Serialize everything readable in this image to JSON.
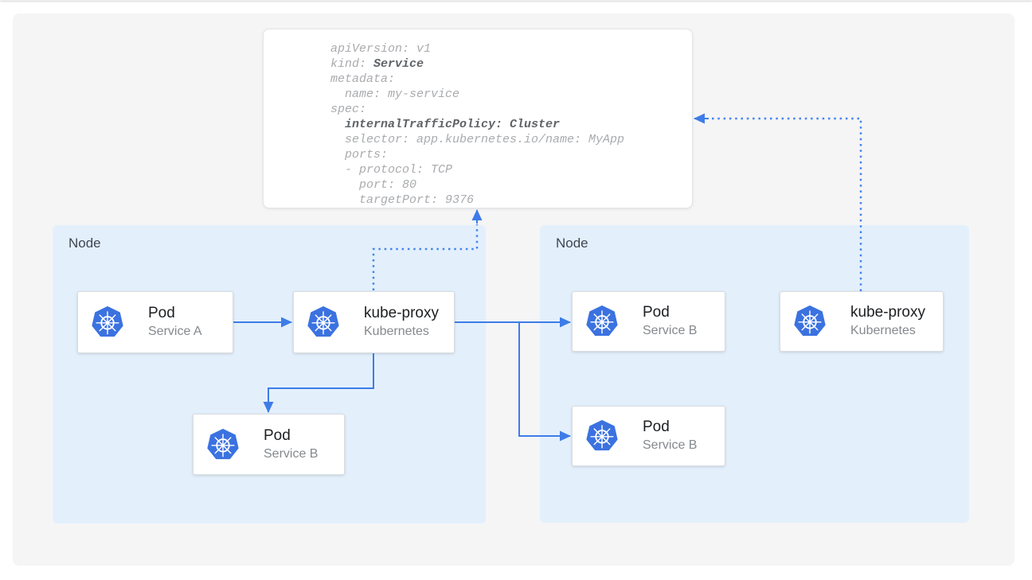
{
  "colors": {
    "accent": "#3e7ce8",
    "dotted": "#4583ee",
    "node_bg": "#e3f0fc",
    "panel_bg": "#f5f5f6",
    "strip": "#ececee",
    "k8s_blue": "#3b72e0",
    "yaml_text": "#a9abae",
    "yaml_bold": "#5f6367"
  },
  "yaml_card": {
    "lines": [
      [
        {
          "text": "apiVersion: v1",
          "bold": false
        }
      ],
      [
        {
          "text": "kind: ",
          "bold": false
        },
        {
          "text": "Service",
          "bold": true
        }
      ],
      [
        {
          "text": "metadata:",
          "bold": false
        }
      ],
      [
        {
          "text": "  name: my-service",
          "bold": false
        }
      ],
      [
        {
          "text": "spec:",
          "bold": false
        }
      ],
      [
        {
          "text": "  ",
          "bold": false
        },
        {
          "text": "internalTrafficPolicy: Cluster",
          "bold": true
        }
      ],
      [
        {
          "text": "  selector: app.kubernetes.io/name: MyApp",
          "bold": false
        }
      ],
      [
        {
          "text": "  ports:",
          "bold": false
        }
      ],
      [
        {
          "text": "  - protocol: TCP",
          "bold": false
        }
      ],
      [
        {
          "text": "    port: 80",
          "bold": false
        }
      ],
      [
        {
          "text": "    targetPort: 9376",
          "bold": false
        }
      ]
    ]
  },
  "nodes": [
    {
      "label": "Node",
      "cards": {
        "pod_a": {
          "title": "Pod",
          "subtitle": "Service A"
        },
        "kube_proxy": {
          "title": "kube-proxy",
          "subtitle": "Kubernetes"
        },
        "pod_b": {
          "title": "Pod",
          "subtitle": "Service B"
        }
      }
    },
    {
      "label": "Node",
      "cards": {
        "pod_b1": {
          "title": "Pod",
          "subtitle": "Service B"
        },
        "pod_b2": {
          "title": "Pod",
          "subtitle": "Service B"
        },
        "kube_proxy": {
          "title": "kube-proxy",
          "subtitle": "Kubernetes"
        }
      }
    }
  ]
}
